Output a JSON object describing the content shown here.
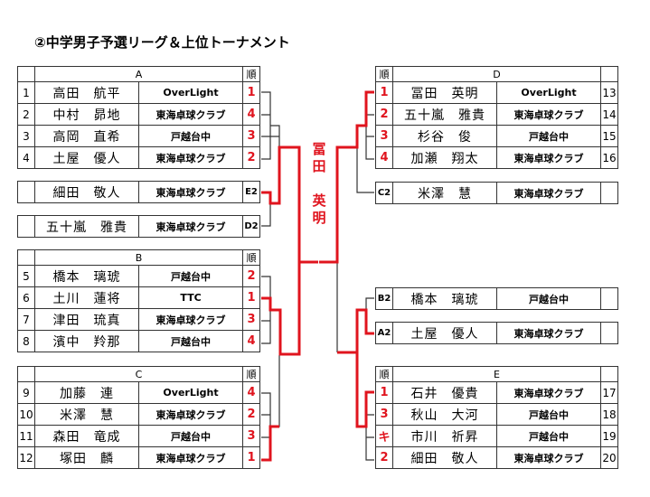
{
  "title": "②中学男子予選リーグ＆上位トーナメント",
  "rank_header": "順",
  "champion": [
    "冨",
    "田",
    "",
    "英",
    "明"
  ],
  "groups": {
    "A": {
      "name": "A",
      "rows": [
        {
          "no": "1",
          "name": "高田　航平",
          "club": "OverLight",
          "rank": "1"
        },
        {
          "no": "2",
          "name": "中村　昴地",
          "club": "東海卓球クラブ",
          "rank": "4"
        },
        {
          "no": "3",
          "name": "高岡　直希",
          "club": "戸越台中",
          "rank": "3"
        },
        {
          "no": "4",
          "name": "土屋　優人",
          "club": "東海卓球クラブ",
          "rank": "2"
        }
      ]
    },
    "B": {
      "name": "B",
      "rows": [
        {
          "no": "5",
          "name": "橋本　璃琥",
          "club": "戸越台中",
          "rank": "2"
        },
        {
          "no": "6",
          "name": "土川　蓮将",
          "club": "TTC",
          "rank": "1"
        },
        {
          "no": "7",
          "name": "津田　琉真",
          "club": "東海卓球クラブ",
          "rank": "3"
        },
        {
          "no": "8",
          "name": "濱中　羚那",
          "club": "戸越台中",
          "rank": "4"
        }
      ]
    },
    "C": {
      "name": "C",
      "rows": [
        {
          "no": "9",
          "name": "加藤　連",
          "club": "OverLight",
          "rank": "4"
        },
        {
          "no": "10",
          "name": "米澤　慧",
          "club": "東海卓球クラブ",
          "rank": "2"
        },
        {
          "no": "11",
          "name": "森田　竜成",
          "club": "戸越台中",
          "rank": "3"
        },
        {
          "no": "12",
          "name": "塚田　麟",
          "club": "東海卓球クラブ",
          "rank": "1"
        }
      ]
    },
    "D": {
      "name": "D",
      "rows": [
        {
          "no": "13",
          "name": "冨田　英明",
          "club": "OverLight",
          "rank": "1"
        },
        {
          "no": "14",
          "name": "五十嵐　雅貴",
          "club": "東海卓球クラブ",
          "rank": "2"
        },
        {
          "no": "15",
          "name": "杉谷　俊",
          "club": "戸越台中",
          "rank": "3"
        },
        {
          "no": "16",
          "name": "加瀬　翔太",
          "club": "東海卓球クラブ",
          "rank": "4"
        }
      ]
    },
    "E": {
      "name": "E",
      "rows": [
        {
          "no": "17",
          "name": "石井　優貴",
          "club": "東海卓球クラブ",
          "rank": "1"
        },
        {
          "no": "18",
          "name": "秋山　大河",
          "club": "戸越台中",
          "rank": "3"
        },
        {
          "no": "19",
          "name": "市川　祈昇",
          "club": "戸越台中",
          "rank": "キ"
        },
        {
          "no": "20",
          "name": "細田　敬人",
          "club": "東海卓球クラブ",
          "rank": "2"
        }
      ]
    }
  },
  "seconds": {
    "E2": {
      "tag": "E2",
      "name": "細田　敬人",
      "club": "東海卓球クラブ"
    },
    "D2": {
      "tag": "D2",
      "name": "五十嵐　雅貴",
      "club": "東海卓球クラブ"
    },
    "C2": {
      "tag": "C2",
      "name": "米澤　慧",
      "club": "東海卓球クラブ"
    },
    "B2": {
      "tag": "B2",
      "name": "橋本　璃琥",
      "club": "戸越台中"
    },
    "A2": {
      "tag": "A2",
      "name": "土屋　優人",
      "club": "東海卓球クラブ"
    }
  },
  "colors": {
    "accent": "#e0141e"
  }
}
